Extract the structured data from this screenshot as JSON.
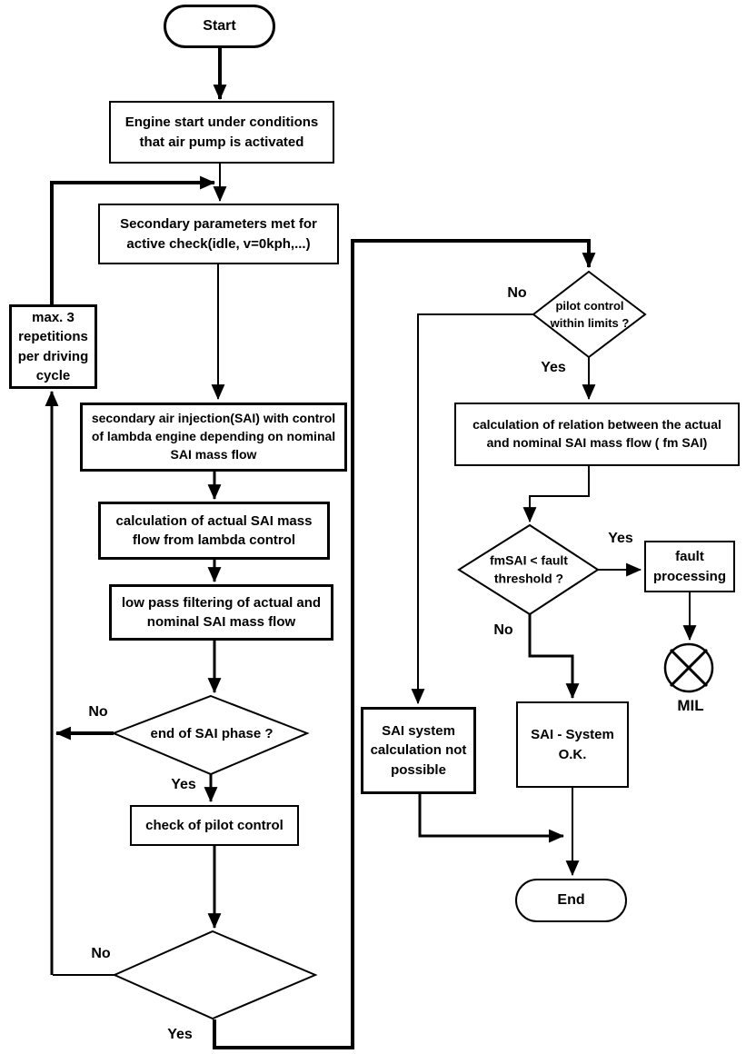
{
  "diagram": {
    "nodes": {
      "start": {
        "label": "Start"
      },
      "engine_start": {
        "label": "Engine start under conditions\nthat air pump is activated"
      },
      "secondary_params": {
        "label": "Secondary parameters met for\nactive check(idle, v=0kph,...)"
      },
      "max_repetitions": {
        "label": "max. 3\nrepetitions\nper driving\ncycle"
      },
      "sai_injection": {
        "label": "secondary air injection(SAI) with control\nof lambda engine depending on nominal\nSAI mass flow"
      },
      "calc_actual_flow": {
        "label": "calculation of actual SAI mass\nflow from lambda control"
      },
      "low_pass_filter": {
        "label": "low pass filtering of actual and\nnominal SAI mass flow"
      },
      "end_sai_phase": {
        "label": "end of SAI phase ?"
      },
      "check_pilot_control": {
        "label": "check of pilot control"
      },
      "pilot_within_limits": {
        "label": "pilot control\nwithin limits ?"
      },
      "calc_relation": {
        "label": "calculation of relation between the actual\nand nominal SAI mass flow ( fm SAI)"
      },
      "fmsai_threshold": {
        "label": "fmSAI < fault\nthreshold ?"
      },
      "fault_processing": {
        "label": "fault\nprocessing"
      },
      "sai_calc_not_possible": {
        "label": "SAI system\ncalculation not\npossible"
      },
      "sai_system_ok": {
        "label": "SAI - System\nO.K."
      },
      "end": {
        "label": "End"
      },
      "mil": {
        "label": "MIL"
      }
    },
    "edge_labels": {
      "end_sai_no": "No",
      "end_sai_yes": "Yes",
      "repeat_check_no": "No",
      "repeat_check_yes": "Yes",
      "pilot_no": "No",
      "pilot_yes": "Yes",
      "fmsai_yes": "Yes",
      "fmsai_no": "No"
    },
    "colors": {
      "line": "#000000",
      "background": "#ffffff"
    }
  }
}
